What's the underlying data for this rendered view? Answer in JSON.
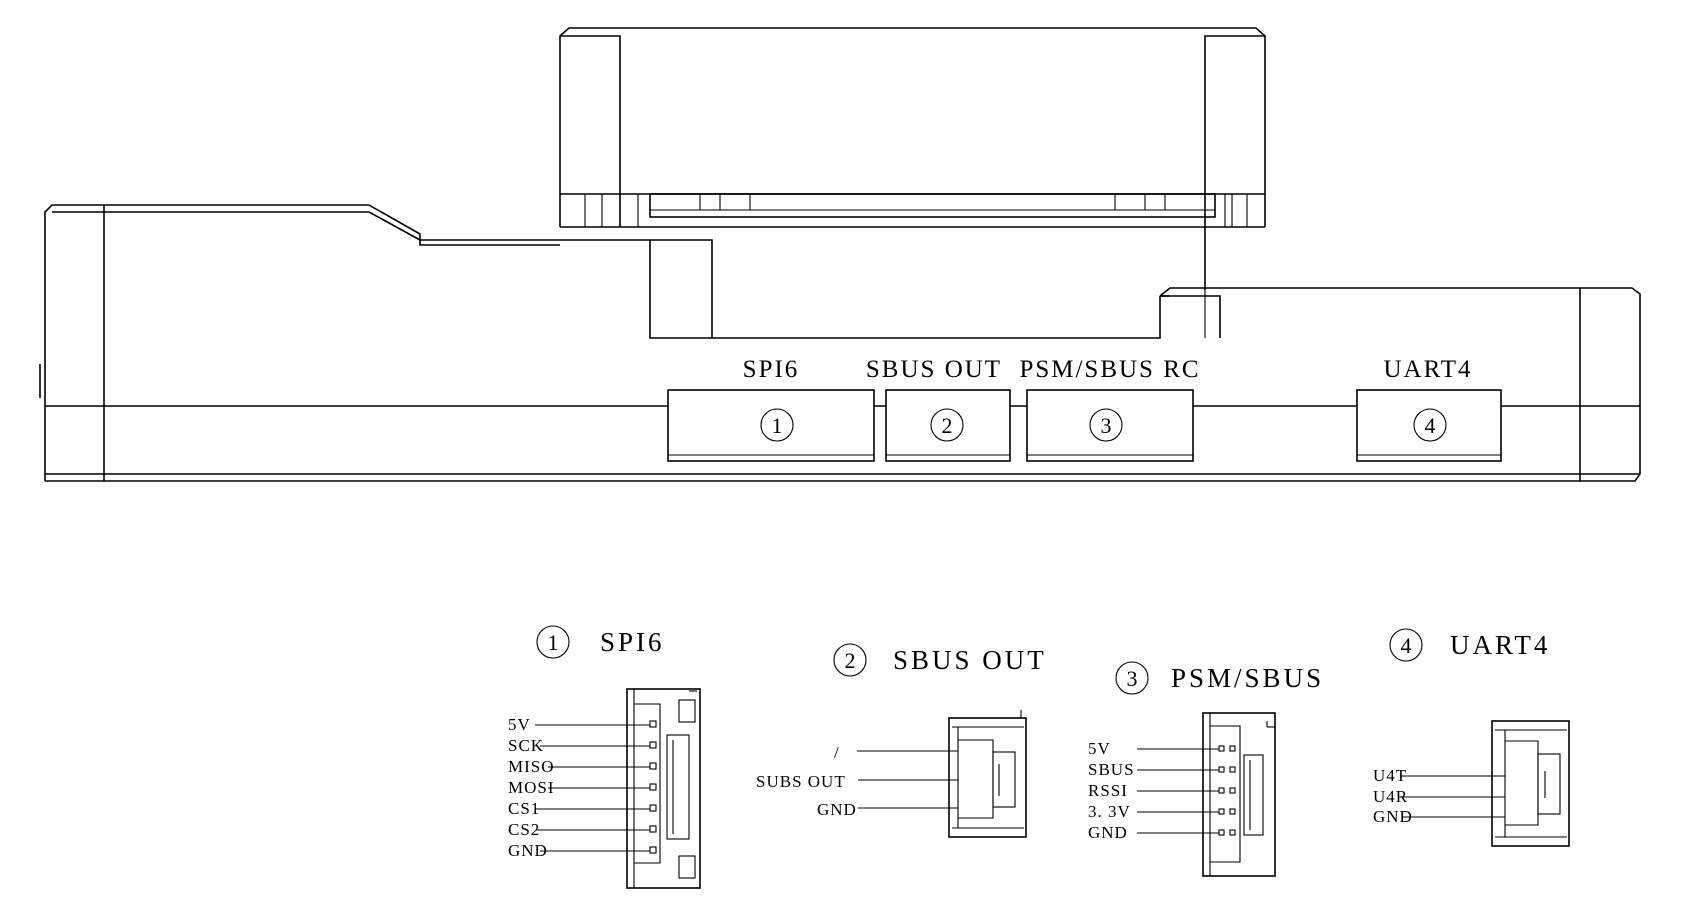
{
  "top_view": {
    "ports": [
      {
        "num": "1",
        "label": "SPI6"
      },
      {
        "num": "2",
        "label": "SBUS  OUT"
      },
      {
        "num": "3",
        "label": "PSM/SBUS  RC"
      },
      {
        "num": "4",
        "label": "UART4"
      }
    ]
  },
  "pinouts": [
    {
      "num": "1",
      "title": "SPI6",
      "pins": [
        "5V",
        "SCK",
        "MISO",
        "MOSI",
        "CS1",
        "CS2",
        "GND"
      ]
    },
    {
      "num": "2",
      "title": "SBUS  OUT",
      "pins": [
        "/",
        "SUBS  OUT",
        "GND"
      ]
    },
    {
      "num": "3",
      "title": "PSM/SBUS",
      "pins": [
        "5V",
        "SBUS",
        "RSSI",
        "3. 3V",
        "GND"
      ]
    },
    {
      "num": "4",
      "title": "UART4",
      "pins": [
        "U4T",
        "U4R",
        "GND"
      ]
    }
  ]
}
